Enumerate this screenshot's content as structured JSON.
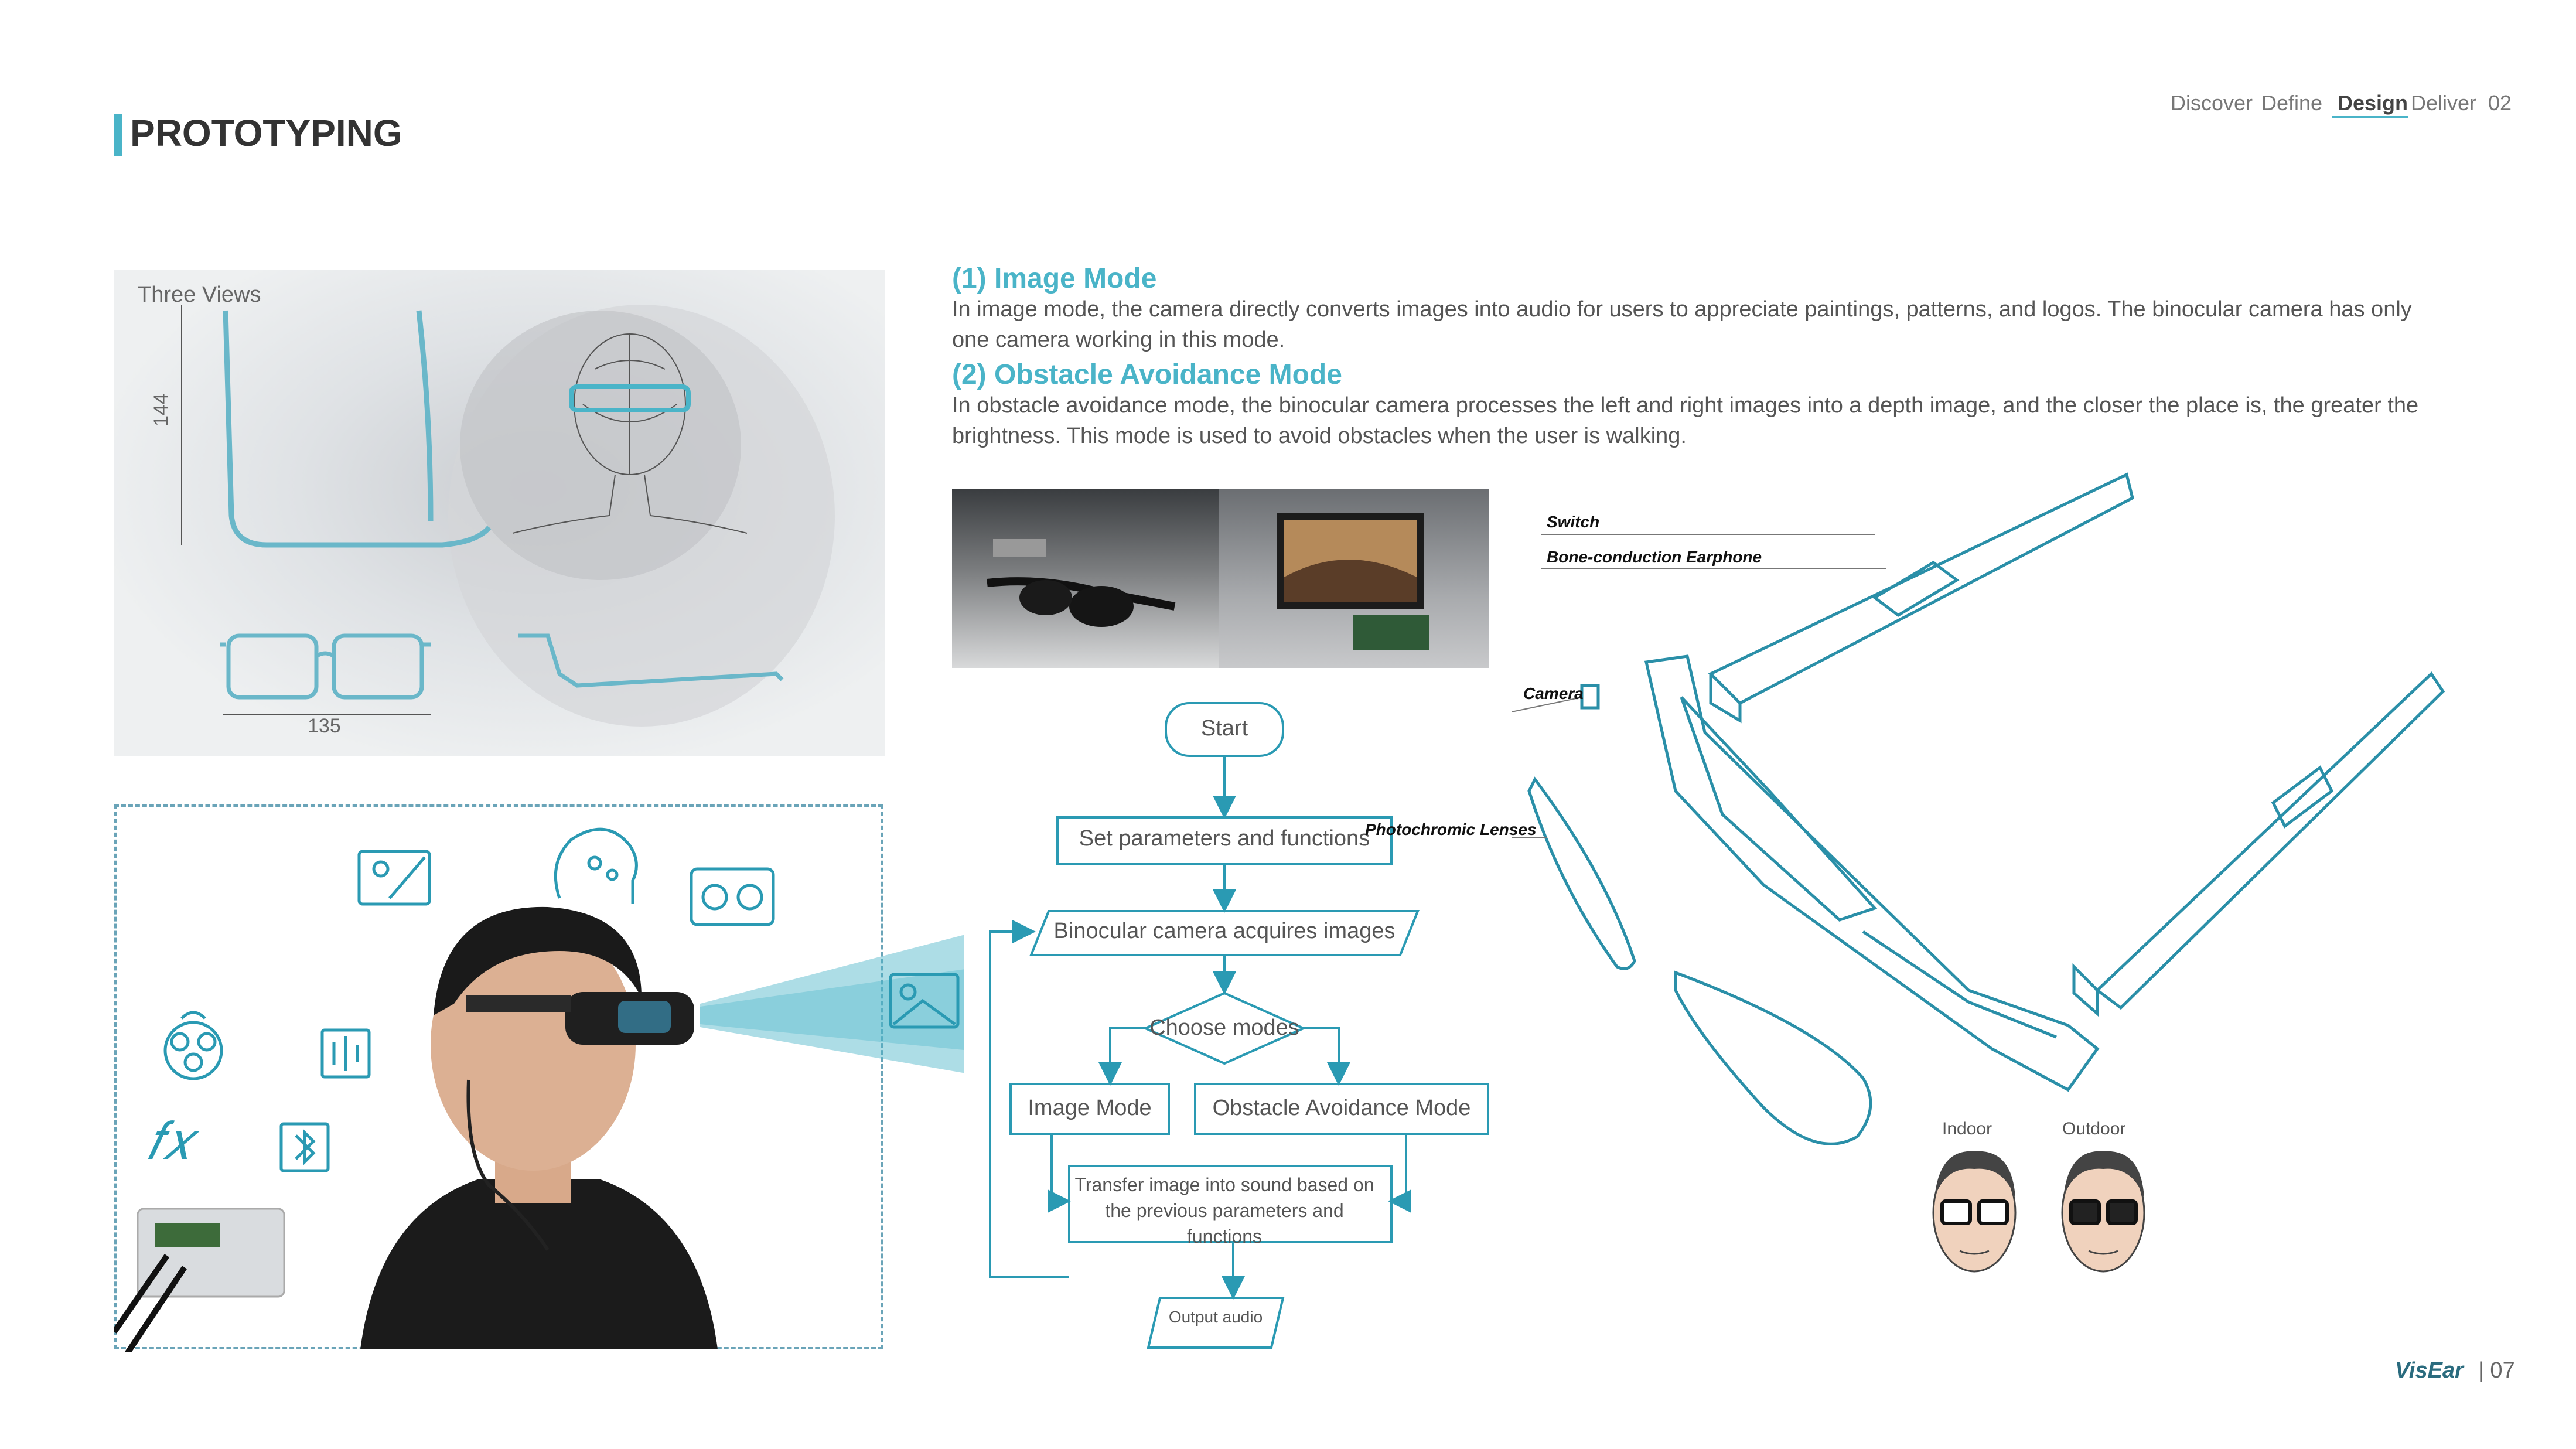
{
  "header": {
    "bar_color": "#4ab4c8",
    "title": "PROTOTYPING",
    "nav": [
      "Discover",
      "Define",
      "Design",
      "Deliver",
      "02"
    ],
    "active_nav": "Design"
  },
  "three_views": {
    "label": "Three Views",
    "dim_height": "144",
    "dim_width": "135"
  },
  "system_photo": {
    "icons": [
      "image-edit-icon",
      "ai-head-icon",
      "camera-icon",
      "raspberry-pi-icon",
      "sound-wave-icon",
      "function-icon",
      "bluetooth-icon",
      "picture-icon"
    ]
  },
  "modes": [
    {
      "title": "(1) Image Mode",
      "text": "In image mode, the camera directly converts images into audio for users to appreciate paintings, patterns, and logos. The binocular camera has only one camera working in this mode."
    },
    {
      "title": "(2) Obstacle Avoidance Mode",
      "text": "In obstacle avoidance mode, the binocular camera processes the left and right images into a depth image, and the closer the place is, the greater the brightness. This mode is used to avoid obstacles when the user is walking."
    }
  ],
  "flowchart": {
    "start": "Start",
    "set_params": "Set parameters and functions",
    "acquire": "Binocular camera acquires images",
    "choose": "Choose modes",
    "mode_image": "Image Mode",
    "mode_obstacle": "Obstacle Avoidance Mode",
    "transfer": "Transfer image into sound based on the previous parameters and functions",
    "output": "Output audio",
    "stroke_color": "#2a9ab3"
  },
  "exploded_view": {
    "callouts": [
      "Switch",
      "Bone-conduction Earphone",
      "Camera",
      "Photochromic Lenses"
    ]
  },
  "lens_demo": {
    "indoor": "Indoor",
    "outdoor": "Outdoor"
  },
  "footer": {
    "brand": "VisEar",
    "page": "| 07"
  }
}
